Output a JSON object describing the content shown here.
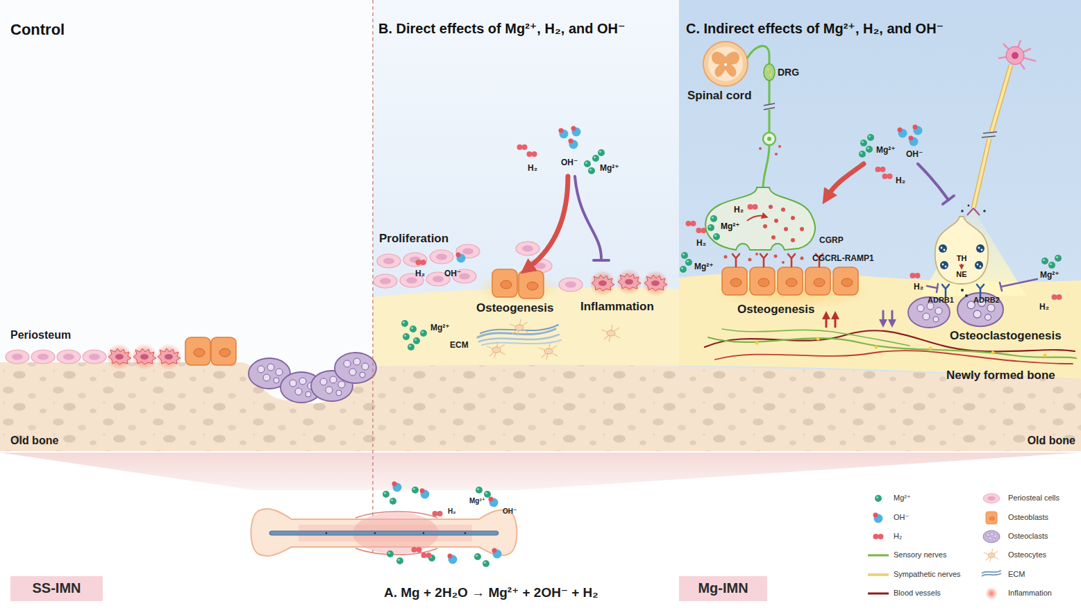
{
  "diagram": {
    "nodes": [
      {
        "text": [
          "Control"
        ]
      },
      {
        "text": [
          "B. Direct effects of Mg²⁺, H₂, and OH⁻"
        ]
      },
      {
        "text": [
          "C. Indirect effects of Mg²⁺, H₂, and OH⁻"
        ]
      },
      {
        "text": [
          "H₂",
          "Mg²⁺"
        ],
        "in": 2
      },
      {
        "text": [
          "TH",
          "NE"
        ],
        "in": 2
      },
      {
        "text": [
          "SS-IMN"
        ]
      },
      {
        "text": [
          "Mg-IMN"
        ]
      }
    ],
    "labels": [
      "DRG",
      "Spinal cord",
      "H₂",
      "OH⁻",
      "Mg²⁺",
      "Proliferation",
      "H₂",
      "OH⁻",
      "Osteogenesis",
      "Inflammation",
      "Mg²⁺",
      "ECM",
      "Mg²⁺",
      "OH⁻",
      "H₂",
      "CGRP",
      "CGCRL-RAMP1",
      "H₂",
      "Mg²⁺",
      "Osteogenesis",
      "ADRB1",
      "ADRB2",
      "H₂",
      "Mg²⁺",
      "H₂",
      "Osteoclastogenesis",
      "Newly formed bone",
      "Old bone",
      "Periosteum",
      "Old bone",
      "Mg²⁺",
      "H₂",
      "OH⁻",
      "A. Mg + 2H₂O → Mg²⁺ + 2OH⁻ + H₂"
    ],
    "legend": [
      {
        "text": "Mg²⁺"
      },
      {
        "text": "OH⁻"
      },
      {
        "text": "H₂"
      },
      {
        "text": "Sensory nerves"
      },
      {
        "text": "Sympathetic nerves"
      },
      {
        "text": "Blood vessels"
      },
      {
        "text": "Periosteal cells"
      },
      {
        "text": "Osteoblasts"
      },
      {
        "text": "Osteoclasts"
      },
      {
        "text": "Osteocytes"
      },
      {
        "text": "ECM"
      },
      {
        "text": "Inflammation"
      }
    ]
  }
}
